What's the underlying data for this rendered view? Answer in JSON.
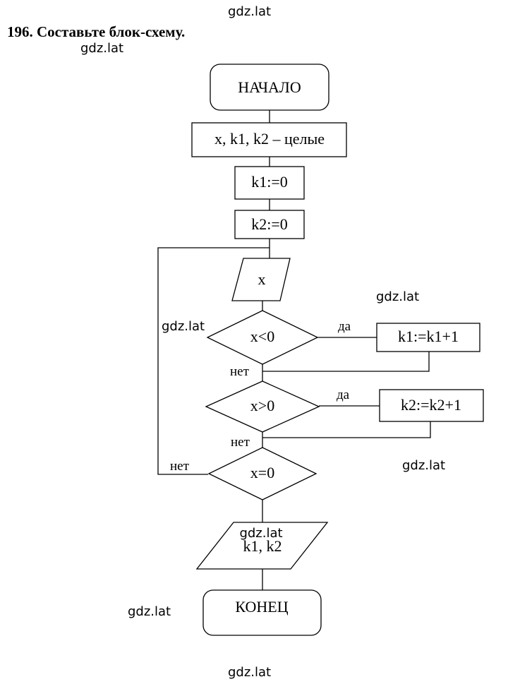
{
  "task": {
    "heading": "196. Составьте блок-схему."
  },
  "watermarks": {
    "top": "gdz.lat",
    "under_heading": "gdz.lat",
    "right_upper": "gdz.lat",
    "left_middle": "gdz.lat",
    "right_lower": "gdz.lat",
    "in_output": "gdz.lat",
    "left_lower": "gdz.lat",
    "bottom": "gdz.lat"
  },
  "flowchart": {
    "start": "НАЧАЛО",
    "declare": "x, k1, k2 – целые",
    "init_k1": "k1:=0",
    "init_k2": "k2:=0",
    "input": "x",
    "cond_negative": "x<0",
    "cond_negative_yes": "да",
    "cond_negative_no": "нет",
    "increment_k1": "k1:=k1+1",
    "cond_positive": "x>0",
    "cond_positive_yes": "да",
    "cond_positive_no": "нет",
    "increment_k2": "k2:=k2+1",
    "cond_zero": "x=0",
    "cond_zero_no": "нет",
    "output": "k1, k2",
    "end": "КОНЕЦ"
  }
}
